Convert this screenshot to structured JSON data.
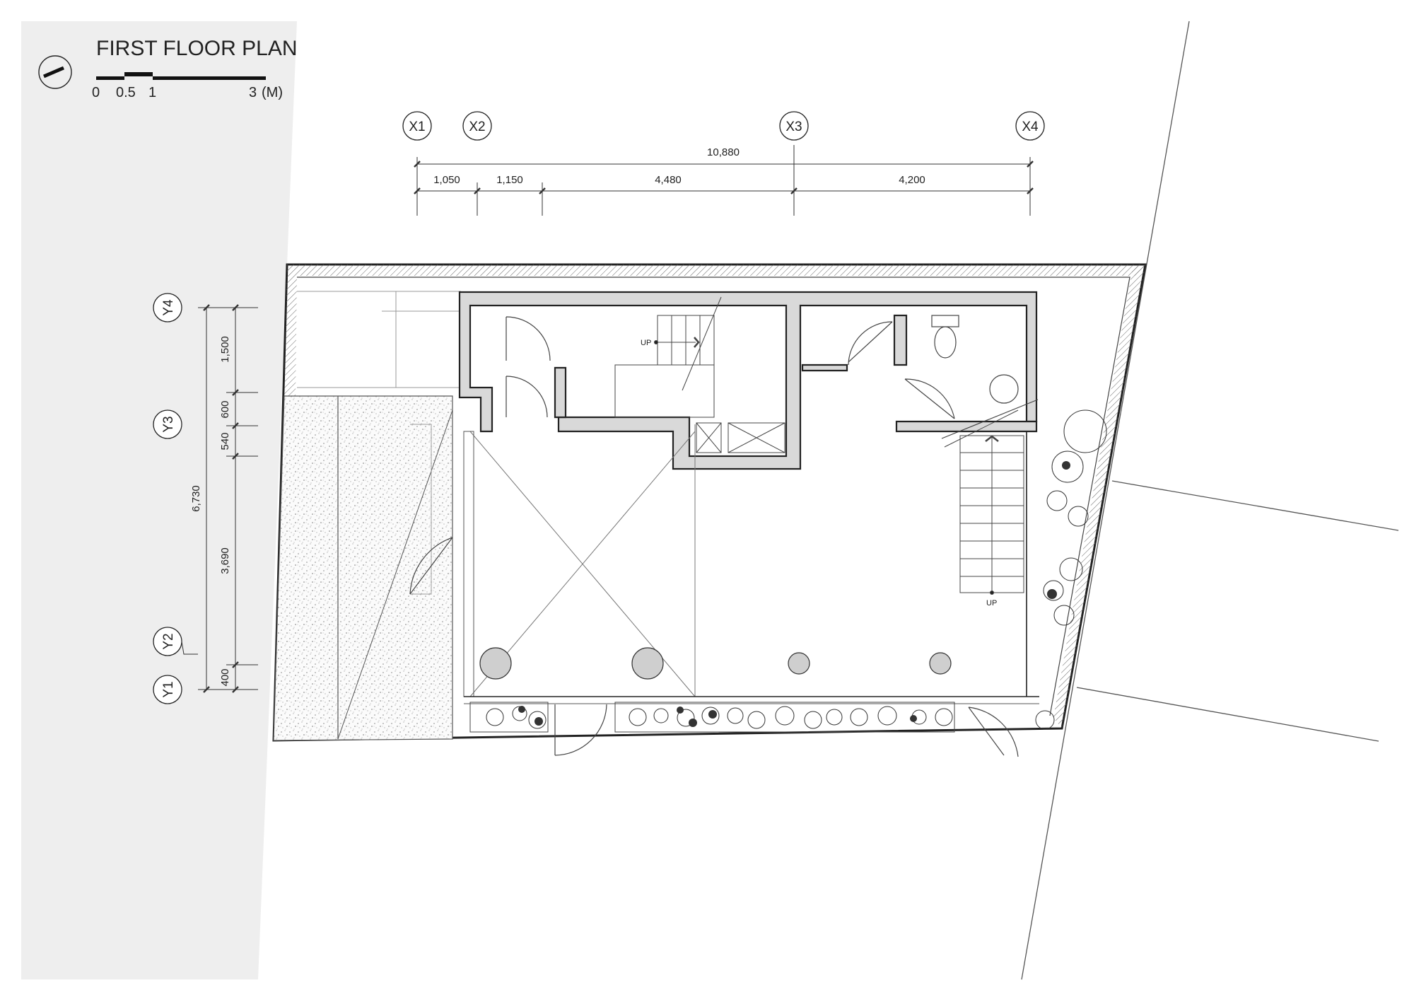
{
  "drawing": {
    "title": "FIRST FLOOR PLAN",
    "scale_labels": [
      "0",
      "0.5",
      "1",
      "3"
    ],
    "scale_unit": "(M)"
  },
  "grid": {
    "x_axes": [
      "X1",
      "X2",
      "X3",
      "X4"
    ],
    "y_axes": [
      "Y1",
      "Y2",
      "Y3",
      "Y4"
    ]
  },
  "dimensions": {
    "x_total": "10,880",
    "x_segments": [
      "1,050",
      "1,150",
      "4,480",
      "4,200"
    ],
    "y_total": "6,730",
    "y_segments": [
      "400",
      "3,690",
      "540",
      "600",
      "1,500"
    ]
  },
  "annotations": {
    "stair_upper": "UP",
    "stair_lower": "UP"
  },
  "colors": {
    "line": "#222222",
    "wall_fill": "#d9d9d9",
    "site_fill": "#eeeeee",
    "column_fill": "#cfcfcf"
  }
}
